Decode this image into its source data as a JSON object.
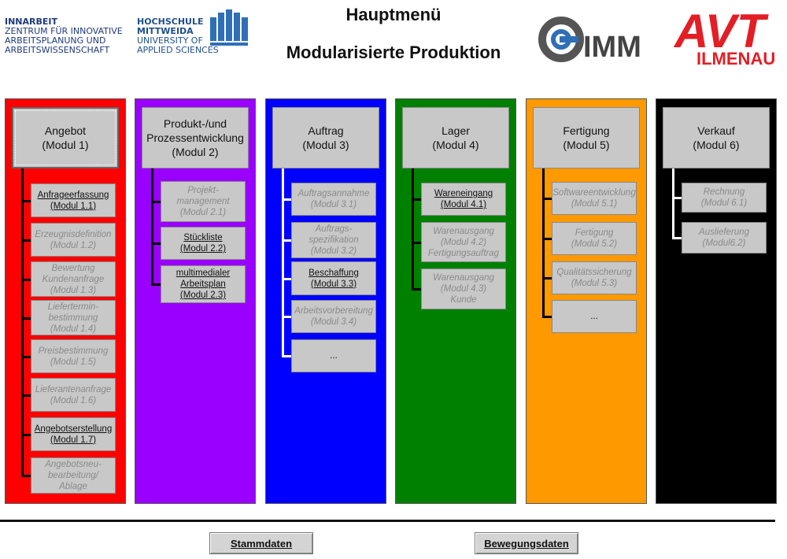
{
  "header": {
    "innarbeit": {
      "name": "INNARBEIT",
      "line1": "ZENTRUM FÜR INNOVATIVE",
      "line2": "ARBEITSPLANUNG UND",
      "line3": "ARBEITSWISSENSCHAFT"
    },
    "hsmw": {
      "line1": "HOCHSCHULE",
      "line2": "MITTWEIDA",
      "line3": "UNIVERSITY OF",
      "line4": "APPLIED SCIENCES"
    },
    "title": "Hauptmenü",
    "subtitle": "Modularisierte Produktion",
    "imm_logo_text": "IMM",
    "avt_logo_text": "AVT",
    "avt_logo_sub": "ILMENAU"
  },
  "colors": {
    "angebot": "#ff0000",
    "produkt": "#9900ff",
    "auftrag": "#0000ff",
    "lager": "#008000",
    "fertigung": "#ff9900",
    "verkauf": "#000000"
  },
  "modules": [
    {
      "line1": "Angebot",
      "line2": "(Modul 1)",
      "items": [
        {
          "line1": "Anfrageerfassung",
          "line2": "(Modul 1.1)",
          "state": "active"
        },
        {
          "line1": "Erzeugnisdefinition",
          "line2": "(Modul 1.2)",
          "state": "disabled"
        },
        {
          "line1": "Bewertung",
          "line2": "Kundenanfrage",
          "line3": "(Modul 1.3)",
          "state": "disabled"
        },
        {
          "line1": "Liefertermin-",
          "line2": "bestimmung",
          "line3": "(Modul 1.4)",
          "state": "disabled"
        },
        {
          "line1": "Preisbestimmung",
          "line2": "(Modul 1.5)",
          "state": "disabled"
        },
        {
          "line1": "Lieferantenanfrage",
          "line2": "(Modul 1.6)",
          "state": "disabled"
        },
        {
          "line1": "Angebotserstellung",
          "line2": "(Modul 1.7)",
          "state": "active"
        },
        {
          "line1": "Angebotsneu-",
          "line2": "bearbeitung/",
          "line3": "Ablage",
          "state": "disabled"
        }
      ]
    },
    {
      "line1": "Produkt-/und",
      "line2": "Prozessentwicklung",
      "line3": "(Modul 2)",
      "items": [
        {
          "line1": "Projekt-",
          "line2": "management",
          "line3": "(Modul 2.1)",
          "state": "disabled"
        },
        {
          "line1": "Stückliste",
          "line2": "(Modul 2.2)",
          "state": "active"
        },
        {
          "line1": "multimedialer",
          "line2": "Arbeitsplan",
          "line3": "(Modul 2.3)",
          "state": "active"
        }
      ]
    },
    {
      "line1": "Auftrag",
      "line2": "(Modul 3)",
      "items": [
        {
          "line1": "Auftragsannahme",
          "line2": "(Modul 3.1)",
          "state": "disabled"
        },
        {
          "line1": "Auftrags-",
          "line2": "spezifikation",
          "line3": "(Modul 3.2)",
          "state": "disabled"
        },
        {
          "line1": "Beschaffung",
          "line2": "(Modul 3.3)",
          "state": "active"
        },
        {
          "line1": "Arbeitsvorbereitung",
          "line2": "(Modul 3.4)",
          "state": "disabled"
        },
        {
          "line1": "...",
          "state": "plain"
        }
      ]
    },
    {
      "line1": "Lager",
      "line2": "(Modul 4)",
      "items": [
        {
          "line1": "Wareneingang",
          "line2": "(Modul 4.1)",
          "state": "active"
        },
        {
          "line1": "Warenausgang",
          "line2": "(Modul 4.2)",
          "line3": "Fertigungsauftrag",
          "state": "disabled"
        },
        {
          "line1": "Warenausgang",
          "line2": "(Modul 4.3)",
          "line3": "Kunde",
          "state": "disabled"
        }
      ]
    },
    {
      "line1": "Fertigung",
      "line2": "(Modul 5)",
      "items": [
        {
          "line1": "Softwareentwicklung",
          "line2": "(Modul 5.1)",
          "state": "disabled"
        },
        {
          "line1": "Fertigung",
          "line2": "(Modul 5.2)",
          "state": "disabled"
        },
        {
          "line1": "Qualitätssicherung",
          "line2": "(Modul 5.3)",
          "state": "disabled"
        },
        {
          "line1": "...",
          "state": "plain"
        }
      ]
    },
    {
      "line1": "Verkauf",
      "line2": "(Modul 6)",
      "items": [
        {
          "line1": "Rechnung",
          "line2": "(Modul 6.1)",
          "state": "disabled"
        },
        {
          "line1": "Auslieferung",
          "line2": "(Modul6.2)",
          "state": "disabled"
        }
      ]
    }
  ],
  "footer": {
    "stammdaten": "Stammdaten",
    "bewegungsdaten": "Bewegungsdaten"
  }
}
